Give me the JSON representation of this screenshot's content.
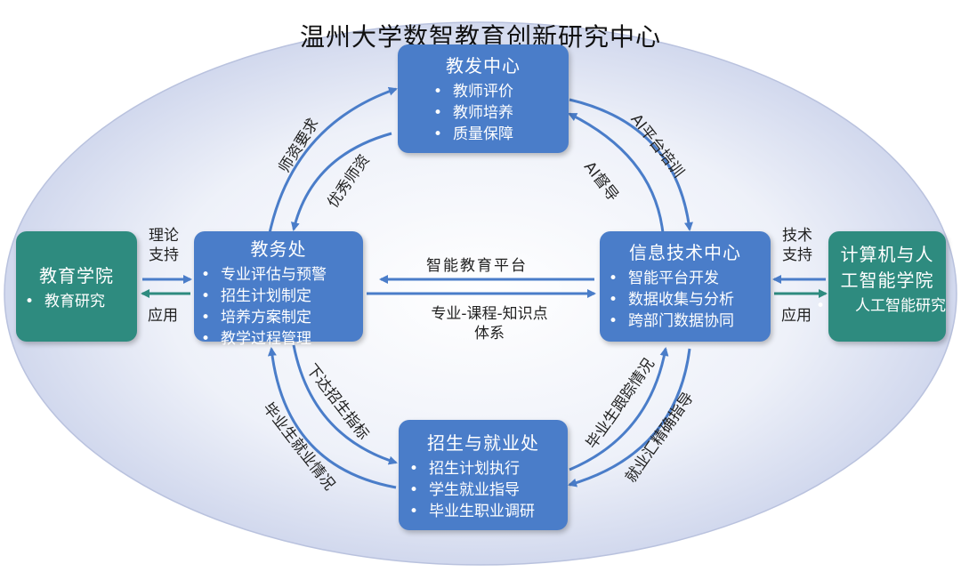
{
  "title": "温州大学数智教育创新研究中心",
  "colors": {
    "box_blue": "#4a7dc9",
    "box_green": "#2e8b7f",
    "arrow_blue": "#4a7dc9",
    "arrow_green": "#2e8b7f"
  },
  "boxes": {
    "jiaofa": {
      "title": "教发中心",
      "items": [
        "教师评价",
        "教师培养",
        "质量保障"
      ]
    },
    "jiaowu": {
      "title": "教务处",
      "items": [
        "专业评估与预警",
        "招生计划制定",
        "培养方案制定",
        "教学过程管理"
      ]
    },
    "xinxi": {
      "title": "信息技术中心",
      "items": [
        "智能平台开发",
        "数据收集与分析",
        "跨部门数据协同"
      ]
    },
    "zhaosheng": {
      "title": "招生与就业处",
      "items": [
        "招生计划执行",
        "学生就业指导",
        "毕业生职业调研"
      ]
    },
    "jiaoyu": {
      "title": "教育学院",
      "items": [
        "教育研究"
      ]
    },
    "jisuanji": {
      "title_line1": "计算机与人",
      "title_line2": "工智能学院",
      "items": [
        "人工智能研究"
      ]
    }
  },
  "labels": {
    "left_top_line1": "理论",
    "left_top_line2": "支持",
    "left_bottom": "应用",
    "right_top_line1": "技术",
    "right_top_line2": "支持",
    "right_bottom": "应用",
    "center_top": "智能教育平台",
    "center_bottom_line1": "专业-课程-知识点",
    "center_bottom_line2": "体系",
    "shizi_yaoqiu": "师资要求",
    "youxiu_shizi": "优秀师资",
    "ai_peixun": "AI平台培训",
    "ai_dudao": "AI督导",
    "xiada_zhaosheng": "下达招生指标",
    "biyesheng_jiuye": "毕业生就业情况",
    "biyesheng_genzong": "毕业生跟踪情况",
    "jiuye_huizong": "就业汇精确指导"
  }
}
